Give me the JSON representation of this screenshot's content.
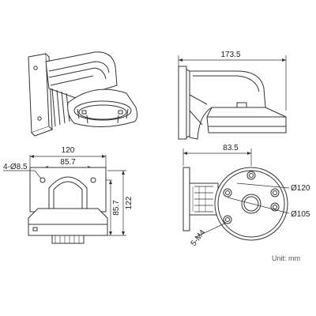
{
  "diagram": {
    "dimensions": {
      "side_length": "173.5",
      "front_width": "120",
      "front_hole_spacing": "85.7",
      "front_hole_label": "4-Ø8.5",
      "front_height_inner": "85.7",
      "front_height": "122",
      "bottom_offset": "83.5",
      "bottom_outer_dia": "Ø120",
      "bottom_bolt_circle": "Ø105",
      "bottom_screw_label": "5-M4"
    },
    "unit_label": "Unit:  mm",
    "colors": {
      "line": "#333333",
      "dim_line": "#444444",
      "background": "#ffffff"
    }
  }
}
